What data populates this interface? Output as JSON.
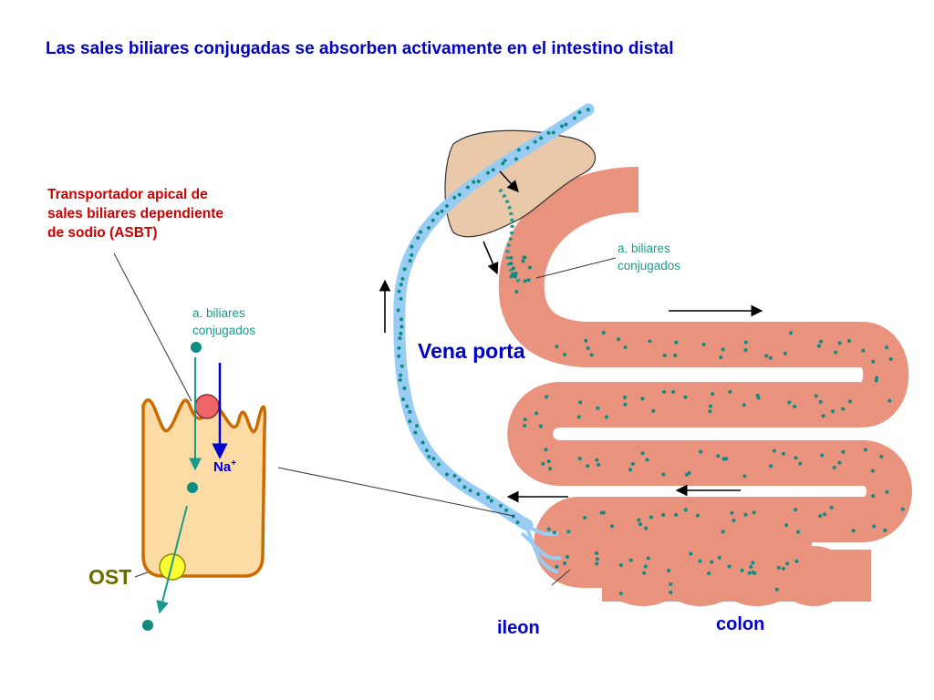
{
  "title": "Las sales biliares conjugadas se absorben activamente en el intestino distal",
  "labels": {
    "asbt": "Transportador apical de\nsales biliares dependiente\nde sodio (ASBT)",
    "bile_acids_cell": "a. biliares\nconjugados",
    "bile_acids_gut": "a. biliares\nconjugados",
    "portal_vein": "Vena porta",
    "sodium": "Na",
    "sodium_sup": "+",
    "ost": "OST",
    "ileum": "ileon",
    "colon": "colon"
  },
  "colors": {
    "title": "#0000cc",
    "asbt_label": "#cc0000",
    "bile_acid_label": "#1a9a8a",
    "portal_label": "#0000cc",
    "sodium_label": "#0000cc",
    "ost_label": "#6b6b00",
    "region_label": "#0000cc",
    "intestine": "#e9937e",
    "liver": "#e9c9a9",
    "portal_vein": "#99ccf5",
    "cell": "#fcdca4",
    "cell_border": "#cc6a00",
    "asbt_transporter": "#f06565",
    "ost_transporter": "#ffff33",
    "bile_acid_dot": "#0c8c80",
    "arrow": "#000000"
  },
  "icons": [
    "liver-shape",
    "portal-vein-tube",
    "small-intestine-loops",
    "colon-segments",
    "enterocyte-cell",
    "asbt-transporter",
    "ost-transporter",
    "flow-arrow"
  ]
}
